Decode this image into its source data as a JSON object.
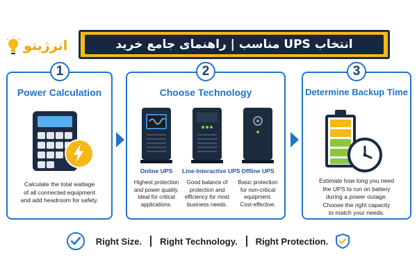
{
  "header": {
    "logo_text": "انرژیتو",
    "banner_title": "انتخاب UPS مناسب | راهنمای جامع خرید"
  },
  "steps": [
    {
      "number": "1",
      "title": "Power Calculation",
      "description_lines": [
        "Calculate the total wattage",
        "of all connected equipment",
        "and add headroom for safety."
      ]
    },
    {
      "number": "2",
      "title": "Choose Technology",
      "options": [
        {
          "name": "Online UPS",
          "description_lines": [
            "Highest protection",
            "and power quality.",
            "Ideal for critical",
            "applications."
          ]
        },
        {
          "name": "Line-Interactive UPS",
          "description_lines": [
            "Good balance of",
            "protection and",
            "efficiency for most",
            "business needs."
          ]
        },
        {
          "name": "Offline UPS",
          "description_lines": [
            "Basic protection",
            "for non-critical",
            "equipment.",
            "Cost-effective."
          ]
        }
      ]
    },
    {
      "number": "3",
      "title": "Determine Backup Time",
      "description_lines": [
        "Estimate how long you need",
        "the UPS to run on battery",
        "during a power outage.",
        "Choose the right capacity",
        "to match your needs."
      ]
    }
  ],
  "footer": {
    "items": [
      "Right Size.",
      "Right Technology.",
      "Right Protection."
    ]
  },
  "icons": {
    "logo": "lightbulb-icon",
    "step1": "calculator-icon",
    "step1_badge": "lightning-bolt-icon",
    "ups_online": "ups-online-icon",
    "ups_line": "ups-line-interactive-icon",
    "ups_offline": "ups-offline-icon",
    "step3": "battery-icon",
    "step3_badge": "clock-icon",
    "footer_left": "check-circle-icon",
    "footer_right": "shield-check-icon"
  },
  "colors": {
    "accent_blue": "#1f74c9",
    "navy": "#1b2c44",
    "brand_yellow": "#f6b817",
    "battery_green": "#8cc63f"
  }
}
